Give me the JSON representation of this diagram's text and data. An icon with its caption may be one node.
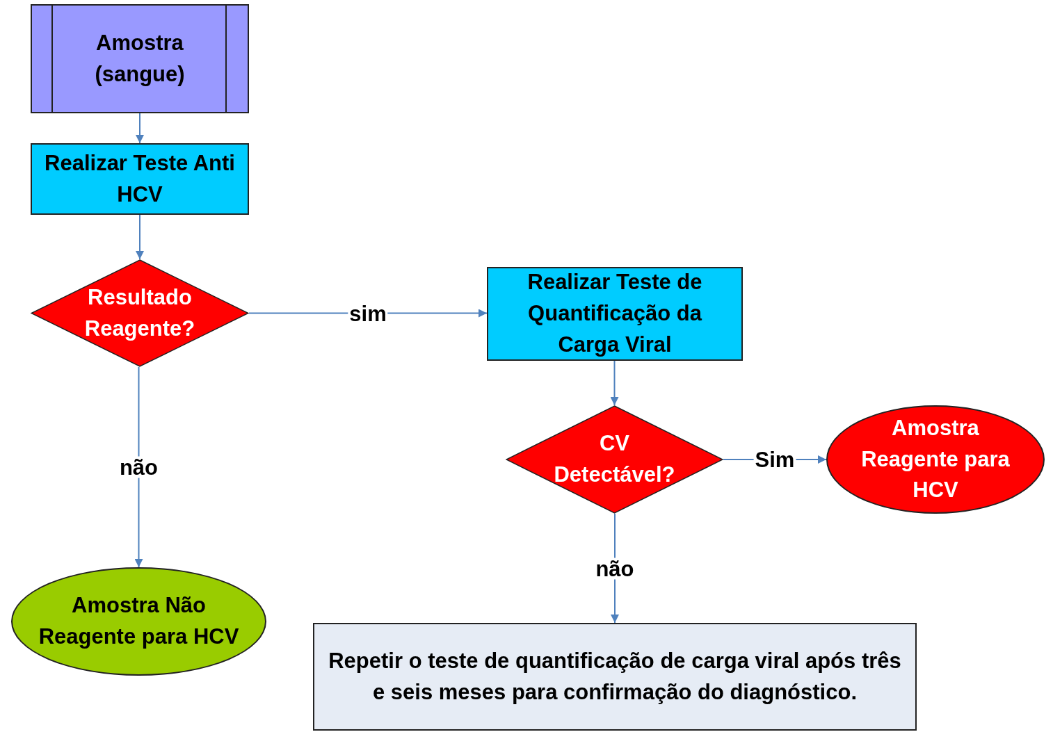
{
  "diagram": {
    "nodes": [
      {
        "text": [
          "Amostra (sangue)"
        ]
      },
      {
        "text": [
          "Realizar Teste Anti HCV"
        ]
      },
      {
        "text": [
          "Resultado Reagente?"
        ]
      },
      {
        "text": [
          "Realizar Teste de Quantificação da Carga Viral"
        ]
      },
      {
        "text": [
          "CV Detectável?"
        ]
      },
      {
        "text": [
          "Amostra Reagente para HCV"
        ]
      },
      {
        "text": [
          "Amostra Não Reagente para HCV"
        ]
      },
      {
        "text": [
          "Repetir o teste de quantificação de carga viral após três e seis meses para confirmação do diagnóstico."
        ]
      }
    ],
    "edges": [
      {
        "from": 0,
        "to": 1,
        "arrow": "to"
      },
      {
        "from": 1,
        "to": 2,
        "arrow": "to"
      },
      {
        "from": 2,
        "to": 3,
        "arrow": "to",
        "label": "sim"
      },
      {
        "from": 2,
        "to": 6,
        "arrow": "to",
        "label": "não"
      },
      {
        "from": 3,
        "to": 4,
        "arrow": "to"
      },
      {
        "from": 4,
        "to": 5,
        "arrow": "to",
        "label": "Sim"
      },
      {
        "from": 4,
        "to": 7,
        "arrow": "to",
        "label": "não"
      }
    ]
  }
}
